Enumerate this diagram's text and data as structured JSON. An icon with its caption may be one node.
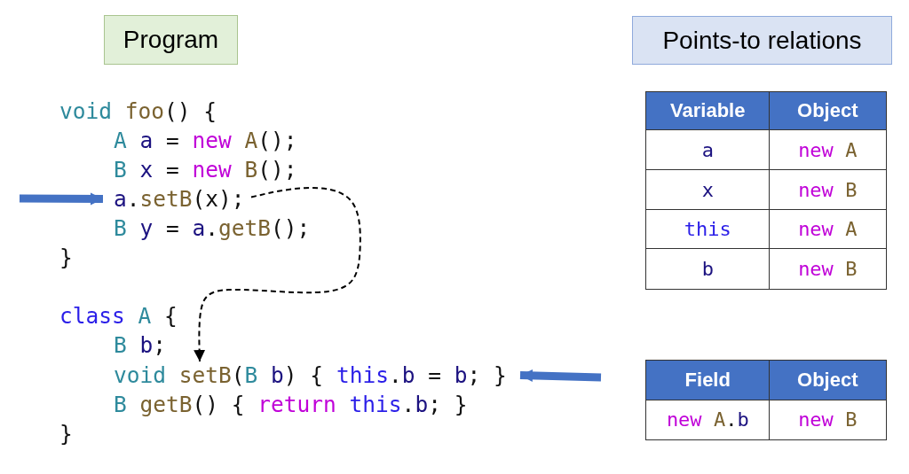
{
  "diagram": {
    "nodes": [
      {
        "text": [
          "Program"
        ]
      },
      {
        "text": [
          "Points-to relations"
        ]
      },
      {
        "text": [
          "a.setB(x);"
        ]
      },
      {
        "text": [
          "void setB(B b) { this.b = b; }"
        ]
      }
    ],
    "edges": [
      {
        "from": 2,
        "to": 3,
        "arrow": "to",
        "style": "dashed",
        "color": "#000000"
      },
      {
        "from": null,
        "to": 2,
        "arrow": "to"
      },
      {
        "from": null,
        "to": 3,
        "arrow": "to"
      }
    ],
    "labels": [
      "void foo() {",
      "A a = new A();",
      "B x = new B();",
      "B y = a.getB();",
      "}",
      "class A {",
      "B b;",
      "B getB() { return this.b; }",
      "}",
      "Variable",
      "Object",
      "a",
      "new A",
      "x",
      "new B",
      "this",
      "new A",
      "b",
      "new B",
      "Field",
      "Object",
      "new A.b",
      "new B"
    ]
  }
}
